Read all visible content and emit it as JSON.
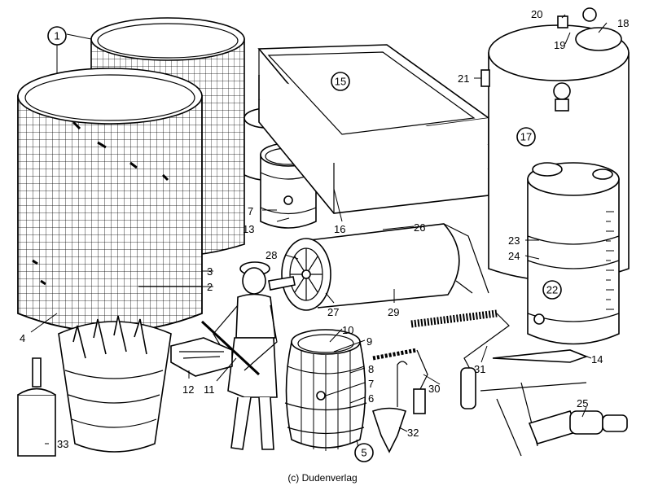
{
  "credit": "(c) Dudenverlag",
  "labels": {
    "l1": "1",
    "l2": "2",
    "l3": "3",
    "l4": "4",
    "l5": "5",
    "l6": "6",
    "l7a": "7",
    "l7b": "7",
    "l8": "8",
    "l9": "9",
    "l10": "10",
    "l11": "11",
    "l12": "12",
    "l13": "13",
    "l14": "14",
    "l15": "15",
    "l16": "16",
    "l17": "17",
    "l18": "18",
    "l19": "19",
    "l20": "20",
    "l21": "21",
    "l22": "22",
    "l23": "23",
    "l24": "24",
    "l25": "25",
    "l26": "26",
    "l27": "27",
    "l28": "28",
    "l29": "29",
    "l30": "30",
    "l31": "31",
    "l32": "32",
    "l33": "33"
  }
}
